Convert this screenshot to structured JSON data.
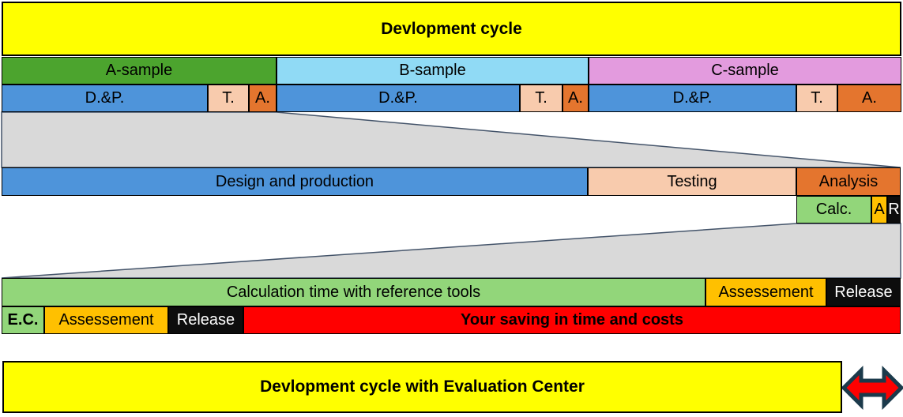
{
  "colors": {
    "yellow": "#FFFF00",
    "sample_green": "#4CA42E",
    "sample_blue": "#90DAF5",
    "sample_pink": "#E39BDE",
    "phase_blue": "#4E94DA",
    "phase_peach": "#F8CBAD",
    "phase_orange": "#E4752E",
    "light_green": "#92D67A",
    "gold": "#FFC000",
    "black_cell": "#0D0D0D",
    "red": "#FF0000",
    "gray": "#D9D9D9",
    "line": "#44546A",
    "arrow_outline": "#1B3A4B"
  },
  "tier1": {
    "title": "Devlopment cycle",
    "samples": [
      {
        "name": "A-sample",
        "dp": "D.&P.",
        "t": "T.",
        "a": "A."
      },
      {
        "name": "B-sample",
        "dp": "D.&P.",
        "t": "T.",
        "a": "A."
      },
      {
        "name": "C-sample",
        "dp": "D.&P.",
        "t": "T.",
        "a": "A."
      }
    ]
  },
  "tier2": {
    "design_production": "Design and production",
    "testing": "Testing",
    "analysis": "Analysis",
    "calc": "Calc.",
    "assessment_abbr": "A",
    "release_abbr": "R"
  },
  "tier3": {
    "calc_time": "Calculation time with reference tools",
    "assessment": "Assessement",
    "release": "Release",
    "evaluation_center_abbr": "E.C.",
    "assessment2": "Assessement",
    "release2": "Release",
    "saving": "Your saving in time and costs"
  },
  "bottom": {
    "title": "Devlopment cycle with Evaluation Center"
  }
}
